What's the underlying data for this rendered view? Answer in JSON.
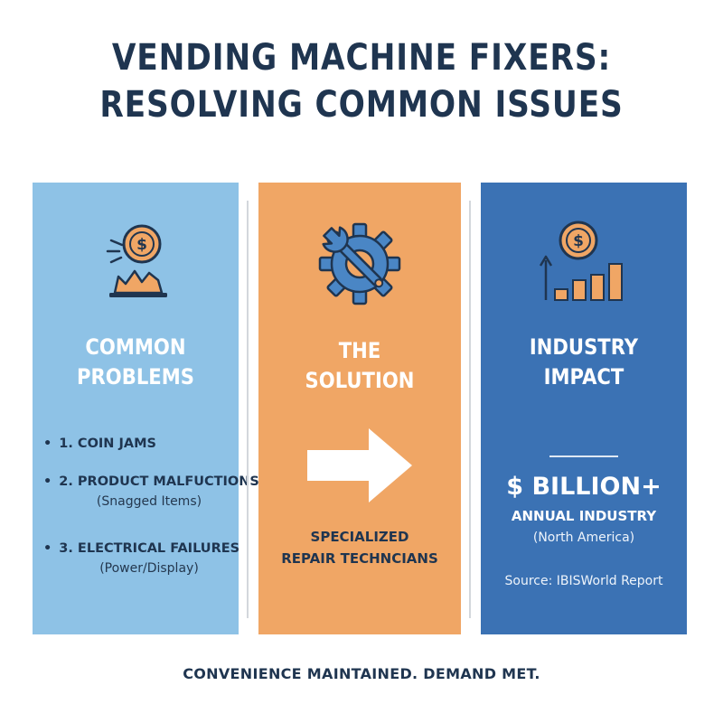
{
  "title": {
    "line1": "VENDING MACHINE FIXERS:",
    "line2": "RESOLVING COMMON ISSUES"
  },
  "colors": {
    "left_panel": "#8ec2e6",
    "middle_panel": "#f0a665",
    "right_panel": "#3b72b4",
    "navy_text": "#1f3550",
    "accent_orange": "#f0a665",
    "accent_blue": "#4a86c5"
  },
  "left": {
    "icon": "coin-jam-icon",
    "heading_line1": "COMMON",
    "heading_line2": "PROBLEMS",
    "items": [
      {
        "bullet": "•",
        "text": "1. COIN JAMS",
        "sub": ""
      },
      {
        "bullet": "•",
        "text": "2. PRODUCT MALFUCTIONS",
        "sub": "(Snagged Items)"
      },
      {
        "bullet": "•",
        "text": "3. ELECTRICAL FAILURES",
        "sub": "(Power/Display)"
      }
    ]
  },
  "middle": {
    "icon": "gear-wrench-icon",
    "heading_line1": "THE",
    "heading_line2": "SOLUTION",
    "arrow_icon": "right-arrow-icon",
    "text_line1": "SPECIALIZED",
    "text_line2": "REPAIR TECHNCIANS"
  },
  "right": {
    "icon": "growth-chart-icon",
    "heading_line1": "INDUSTRY",
    "heading_line2": "IMPACT",
    "stat": "$ BILLION+",
    "stat_label": "ANNUAL INDUSTRY",
    "region": "(North America)",
    "source": "Source: IBISWorld Report"
  },
  "footer": "CONVENIENCE MAINTAINED. DEMAND MET."
}
